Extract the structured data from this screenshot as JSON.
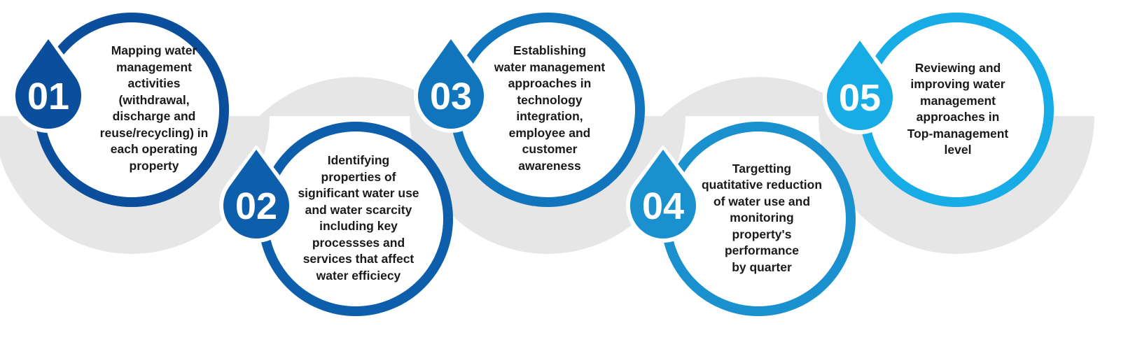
{
  "colors": {
    "background_wave": "#e6e6e6",
    "ring_white": "#ffffff",
    "number_text": "#ffffff",
    "body_text": "#1a1a1a"
  },
  "steps": [
    {
      "number": "01",
      "text": "Mapping water\nmanagement\nactivities\n(withdrawal,\ndischarge and\nreuse/recycling) in\neach operating\nproperty",
      "color": "#0b4f9c"
    },
    {
      "number": "02",
      "text": "Identifying\nproperties of\nsignificant water use\nand water scarcity\nincluding key\nprocessses and\nservices that affect\nwater efficiecy",
      "color": "#0d5eab"
    },
    {
      "number": "03",
      "text": "Establishing\nwater management\napproaches in\ntechnology\nintegration,\nemployee and\ncustomer\nawareness",
      "color": "#1175bd"
    },
    {
      "number": "04",
      "text": "Targetting\nquatitative reduction\nof water use and\nmonitoring\nproperty's\nperformance\nby quarter",
      "color": "#1a90cf"
    },
    {
      "number": "05",
      "text": "Reviewing and\nimproving water\nmanagement\napproaches in\nTop-management\nlevel",
      "color": "#17ace6"
    }
  ]
}
